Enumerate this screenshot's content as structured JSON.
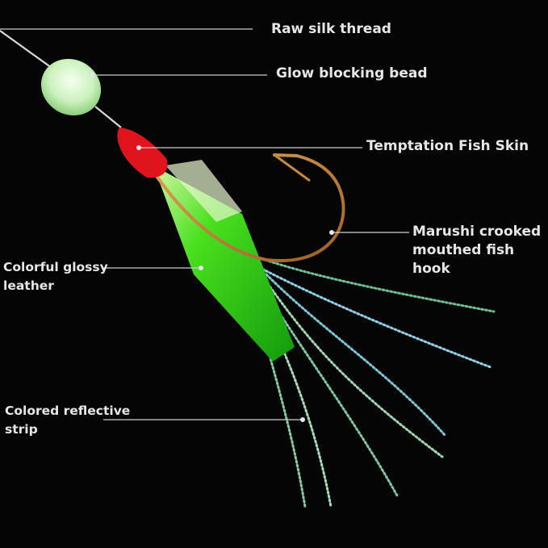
{
  "labels": {
    "raw_silk_thread": "Raw silk thread",
    "glow_blocking_bead": "Glow blocking bead",
    "temptation_fish_skin": "Temptation Fish Skin",
    "marushi_hook": "Marushi crooked\nmouthed fish hook",
    "colorful_glossy_leather": "Colorful glossy\nleather",
    "colored_reflective_strip": "Colored reflective\nstrip"
  },
  "colors": {
    "background": "#050505",
    "text": "#e6e6e6",
    "leader_line": "#cfcfcf",
    "bead": "#d8f5cc",
    "wrap": "#e0141c",
    "hook": "#c98a3a",
    "leather": "#2fd21a",
    "strip": "#9fd6b0"
  }
}
